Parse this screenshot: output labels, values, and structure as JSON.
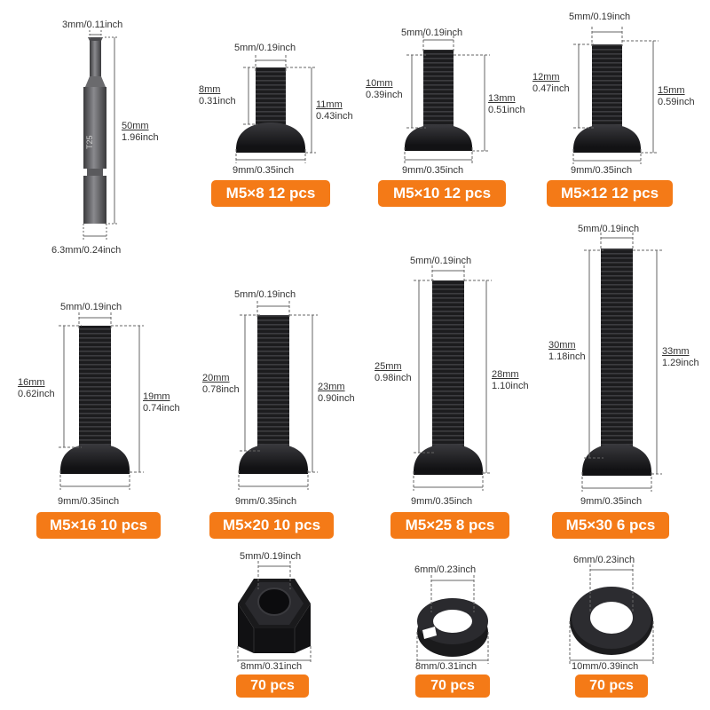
{
  "colors": {
    "badge": "#f47a17",
    "badge_text": "#ffffff",
    "part": "#1c1c1e",
    "dim_line": "#666666"
  },
  "bit": {
    "tip_width": "3mm/0.11inch",
    "length": [
      "50mm",
      "1.96inch"
    ],
    "hex_width": "6.3mm/0.24inch",
    "marking": "T25"
  },
  "screws": [
    {
      "id": "m5x8",
      "top": "5mm/0.19inch",
      "thread": [
        "8mm",
        "0.31inch"
      ],
      "total": [
        "11mm",
        "0.43inch"
      ],
      "head": "9mm/0.35inch",
      "badge": "M5×8 12 pcs"
    },
    {
      "id": "m5x10",
      "top": "5mm/0.19inch",
      "thread": [
        "10mm",
        "0.39inch"
      ],
      "total": [
        "13mm",
        "0.51inch"
      ],
      "head": "9mm/0.35inch",
      "badge": "M5×10 12 pcs"
    },
    {
      "id": "m5x12",
      "top": "5mm/0.19inch",
      "thread": [
        "12mm",
        "0.47inch"
      ],
      "total": [
        "15mm",
        "0.59inch"
      ],
      "head": "9mm/0.35inch",
      "badge": "M5×12 12 pcs"
    },
    {
      "id": "m5x16",
      "top": "5mm/0.19inch",
      "thread": [
        "16mm",
        "0.62inch"
      ],
      "total": [
        "19mm",
        "0.74inch"
      ],
      "head": "9mm/0.35inch",
      "badge": "M5×16 10 pcs"
    },
    {
      "id": "m5x20",
      "top": "5mm/0.19inch",
      "thread": [
        "20mm",
        "0.78inch"
      ],
      "total": [
        "23mm",
        "0.90inch"
      ],
      "head": "9mm/0.35inch",
      "badge": "M5×20 10 pcs"
    },
    {
      "id": "m5x25",
      "top": "5mm/0.19inch",
      "thread": [
        "25mm",
        "0.98inch"
      ],
      "total": [
        "28mm",
        "1.10inch"
      ],
      "head": "9mm/0.35inch",
      "badge": "M5×25 8 pcs"
    },
    {
      "id": "m5x30",
      "top": "5mm/0.19inch",
      "thread": [
        "30mm",
        "1.18inch"
      ],
      "total": [
        "33mm",
        "1.29inch"
      ],
      "head": "9mm/0.35inch",
      "badge": "M5×30 6 pcs"
    }
  ],
  "nut": {
    "top": "5mm/0.19inch",
    "width": "8mm/0.31inch",
    "badge": "70 pcs"
  },
  "spring_washer": {
    "top": "6mm/0.23inch",
    "width": "8mm/0.31inch",
    "badge": "70 pcs"
  },
  "flat_washer": {
    "top": "6mm/0.23inch",
    "width": "10mm/0.39inch",
    "badge": "70 pcs"
  }
}
